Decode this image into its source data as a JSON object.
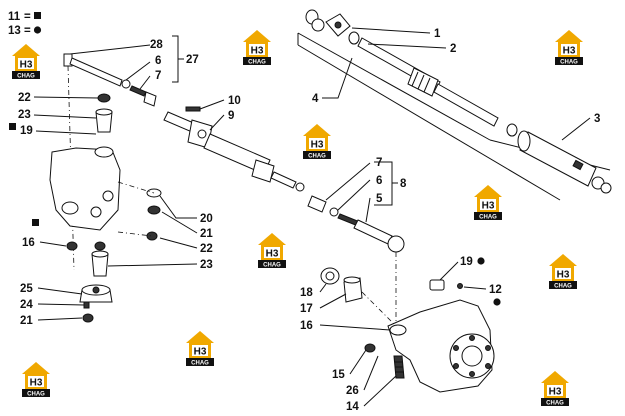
{
  "legend": {
    "items": [
      {
        "number": "11",
        "sep": "=",
        "symbol": "square"
      },
      {
        "number": "13",
        "sep": "=",
        "symbol": "circle"
      }
    ]
  },
  "logo": {
    "badge": "H3",
    "caption": "CHAG",
    "color": "#f0a800"
  },
  "callouts": [
    {
      "id": "c28",
      "text": "28"
    },
    {
      "id": "c27",
      "text": "27"
    },
    {
      "id": "c6a",
      "text": "6"
    },
    {
      "id": "c7a",
      "text": "7"
    },
    {
      "id": "c22a",
      "text": "22"
    },
    {
      "id": "c23a",
      "text": "23"
    },
    {
      "id": "c19a",
      "text": "19"
    },
    {
      "id": "c10",
      "text": "10"
    },
    {
      "id": "c9",
      "text": "9"
    },
    {
      "id": "c1",
      "text": "1"
    },
    {
      "id": "c2",
      "text": "2"
    },
    {
      "id": "c4",
      "text": "4"
    },
    {
      "id": "c3",
      "text": "3"
    },
    {
      "id": "c20",
      "text": "20"
    },
    {
      "id": "c21a",
      "text": "21"
    },
    {
      "id": "c22b",
      "text": "22"
    },
    {
      "id": "c23b",
      "text": "23"
    },
    {
      "id": "c16a",
      "text": "16"
    },
    {
      "id": "c7b",
      "text": "7"
    },
    {
      "id": "c6b",
      "text": "6"
    },
    {
      "id": "c8",
      "text": "8"
    },
    {
      "id": "c5",
      "text": "5"
    },
    {
      "id": "c25",
      "text": "25"
    },
    {
      "id": "c24",
      "text": "24"
    },
    {
      "id": "c21b",
      "text": "21"
    },
    {
      "id": "c19b",
      "text": "19"
    },
    {
      "id": "c12",
      "text": "12"
    },
    {
      "id": "c18",
      "text": "18"
    },
    {
      "id": "c17",
      "text": "17"
    },
    {
      "id": "c16b",
      "text": "16"
    },
    {
      "id": "c15",
      "text": "15"
    },
    {
      "id": "c26",
      "text": "26"
    },
    {
      "id": "c14",
      "text": "14"
    }
  ]
}
